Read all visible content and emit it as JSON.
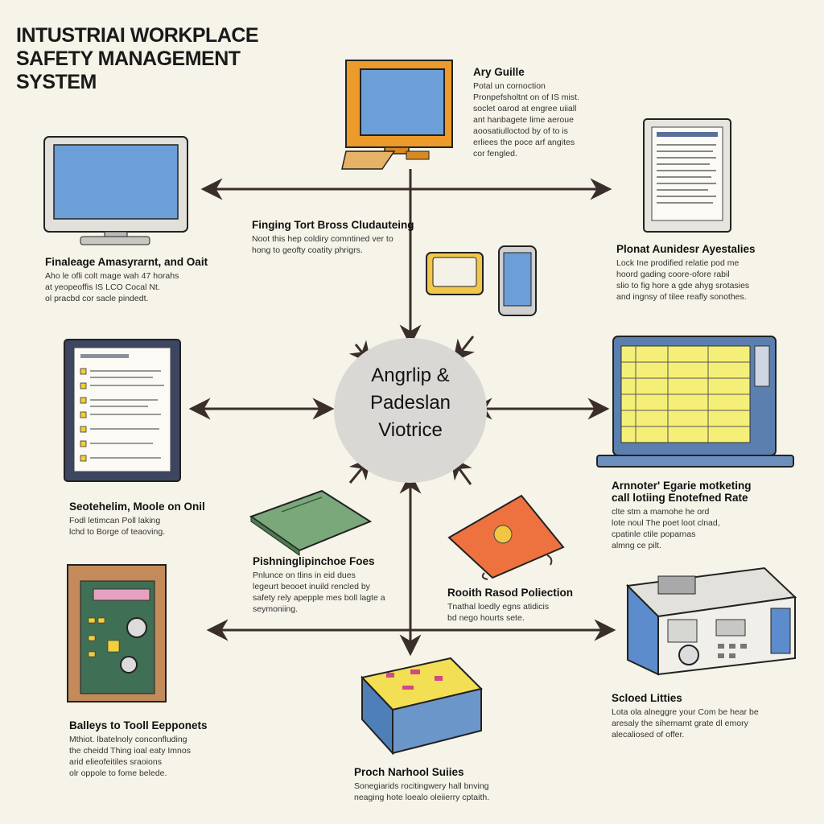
{
  "title": {
    "lines": [
      "INTUSTRIAI WORKPLACE",
      "SAFETY MANAGEMENT",
      "SYSTEM"
    ]
  },
  "hub": {
    "lines": [
      "Angrlip &",
      "Padeslan",
      "Viotrice"
    ]
  },
  "nodes": {
    "top_center": {
      "heading": "Ary Guille",
      "desc": [
        "Potal un cornoction",
        "Pronpefsholtnt on of IS mist.",
        "soclet oarod at engree uiiall",
        "ant hanbagete lime aeroue",
        "aoosatiulloctod by of to is",
        "erliees the poce arf angites",
        "cor fengled."
      ]
    },
    "mid_left_top": {
      "heading": "Finging Tort Bross Cludauteing",
      "desc": [
        "Noot this hep coldiry comntined ver to",
        "hong to geofty coatity phrigrs."
      ]
    },
    "upper_left": {
      "heading": "Finaleage Amasyrarnt, and Oait",
      "desc": [
        "Aho le ofli colt mage wah 47 horahs",
        "at yeopeoffis IS LCO Cocal Nt.",
        "ol pracbd cor sacle pindedt."
      ]
    },
    "upper_right": {
      "heading": "Plonat Aunidesr Ayestalies",
      "desc": [
        "Lock Ine prodified relatie pod me",
        "hoord gading coore-ofore rabil",
        "slio to fig hore a gde ahyg srotasies",
        "and ingnsy of tilee reafly sonothes."
      ]
    },
    "mid_left": {
      "heading": "Seotehelim, Moole on Onil",
      "desc": [
        "Fodl letimcan Poll laking",
        "lchd to Borge of teaoving."
      ]
    },
    "mid_right": {
      "heading": "Arnnoter' Egarie motketing",
      "heading2": "call lotiing Enotefned Rate",
      "desc": [
        "clte stm a mamohe he ord",
        "lote noul The poet loot clnad,",
        "cpatinle ctile poparnas",
        "almng ce pilt."
      ]
    },
    "center_left": {
      "heading": "Pishninglipinchoe Foes",
      "desc": [
        "Pnlunce on tlins in eid dues",
        "legeurt beooet inuild rencled by",
        "safety rely apepple mes boll lagte a",
        "seymoniing."
      ]
    },
    "center_right": {
      "heading": "Rooith Rasod Poliection",
      "desc": [
        "Tnathal loedly egns atidicis",
        "bd nego hourts sete."
      ]
    },
    "bottom_left": {
      "heading": "Balleys to Tooll Eepponets",
      "desc": [
        "Mthiot. lbatelnoly conconfluding",
        "the cheidd Thing ioal eaty Imnos",
        "arid elieofeitiles sraoions",
        "olr oppole to fome belede."
      ]
    },
    "bottom_center": {
      "heading": "Proch Narhool Suiies",
      "desc": [
        "Sonegiarids rocitingwery hall bnving",
        "neaging hote loealo oleiierry cptaith."
      ]
    },
    "bottom_right": {
      "heading": "Scloed Litties",
      "desc": [
        "Lota ola alneggre your Com be hear be",
        "aresaly the sihemamt grate dl emory",
        "alecaliosed of offer."
      ]
    }
  },
  "colors": {
    "background": "#f6f3e8",
    "hub": "#d9d8d4",
    "arrow": "#3a2e2a",
    "screen_blue": "#6c9fd8",
    "monitor_orange": "#ec9a2a",
    "panel_yellow": "#f5ef78",
    "cover_green": "#7aa87a",
    "cover_orange": "#ee7240",
    "device_blue": "#4e7fb8"
  }
}
